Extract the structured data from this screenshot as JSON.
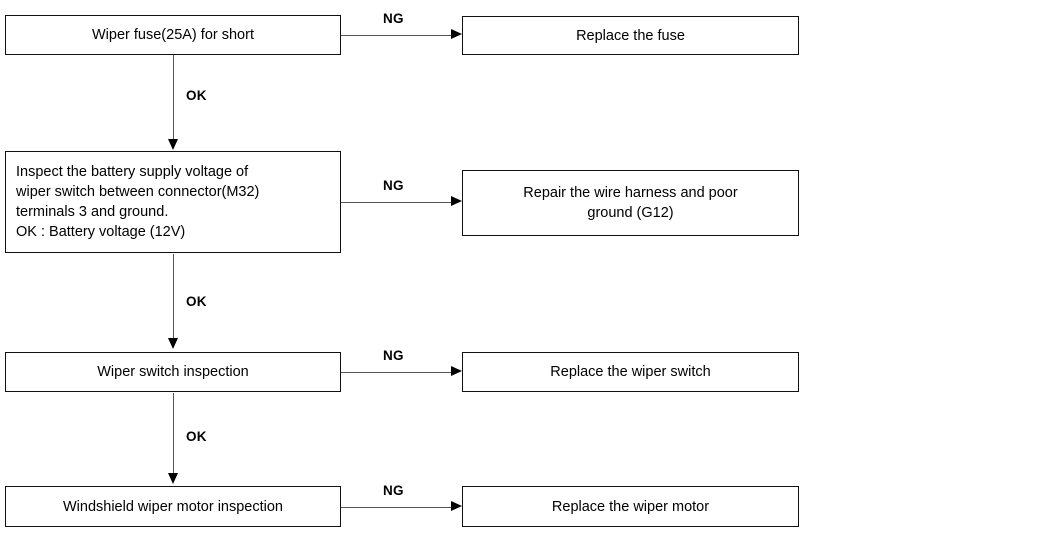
{
  "diagram": {
    "type": "flowchart",
    "title": "Windshield wiper troubleshooting flowchart",
    "colors": {
      "background": "#ffffff",
      "box_border": "#111111",
      "connector": "#555555",
      "arrowhead": "#000000",
      "text": "#000000"
    },
    "nodes": [
      {
        "id": "check-fuse",
        "text": "Wiper fuse(25A) for short"
      },
      {
        "id": "replace-fuse",
        "text": "Replace the fuse"
      },
      {
        "id": "check-battery-voltage",
        "text": "Inspect the battery supply voltage of\nwiper switch between connector(M32)\nterminals 3 and ground.\nOK : Battery voltage (12V)"
      },
      {
        "id": "repair-harness",
        "text": "Repair the wire harness and poor\nground (G12)"
      },
      {
        "id": "check-wiper-switch",
        "text": "Wiper switch inspection"
      },
      {
        "id": "replace-wiper-switch",
        "text": "Replace the wiper switch"
      },
      {
        "id": "check-wiper-motor",
        "text": "Windshield wiper motor inspection"
      },
      {
        "id": "replace-wiper-motor",
        "text": "Replace the wiper motor"
      }
    ],
    "edges": [
      {
        "id": "fuse-ng",
        "label": "NG",
        "from": "check-fuse",
        "to": "replace-fuse"
      },
      {
        "id": "fuse-ok",
        "label": "OK",
        "from": "check-fuse",
        "to": "check-battery-voltage"
      },
      {
        "id": "voltage-ng",
        "label": "NG",
        "from": "check-battery-voltage",
        "to": "repair-harness"
      },
      {
        "id": "voltage-ok",
        "label": "OK",
        "from": "check-battery-voltage",
        "to": "check-wiper-switch"
      },
      {
        "id": "switch-ng",
        "label": "NG",
        "from": "check-wiper-switch",
        "to": "replace-wiper-switch"
      },
      {
        "id": "switch-ok",
        "label": "OK",
        "from": "check-wiper-switch",
        "to": "check-wiper-motor"
      },
      {
        "id": "motor-ng",
        "label": "NG",
        "from": "check-wiper-motor",
        "to": "replace-wiper-motor"
      }
    ]
  }
}
